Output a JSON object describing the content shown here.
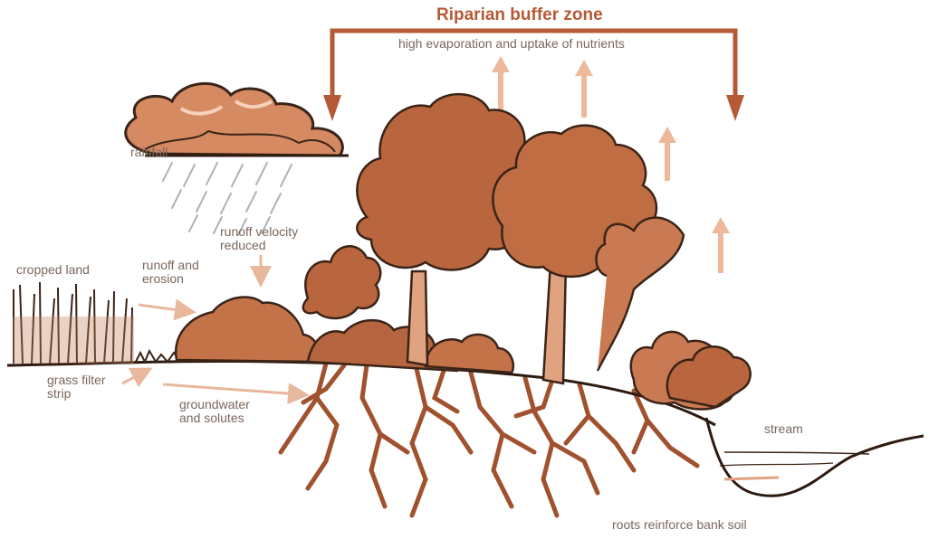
{
  "title": "Riparian buffer zone",
  "subtitle": "high evaporation and uptake of nutrients",
  "labels": {
    "rainfall": "rainfall",
    "runoff_velocity": "runoff velocity\nreduced",
    "cropped_land": "cropped land",
    "runoff_erosion": "runoff and\nerosion",
    "grass_filter": "grass filter\nstrip",
    "groundwater": "groundwater\nand solutes",
    "stream": "stream",
    "roots": "roots reinforce bank soil"
  },
  "colors": {
    "bracket": "#b55a36",
    "arrow_light": "#e8b89c",
    "tree_fill": "#c47248",
    "tree_dark": "#4a2a18",
    "root": "#a0512e",
    "text": "#7a675c"
  }
}
